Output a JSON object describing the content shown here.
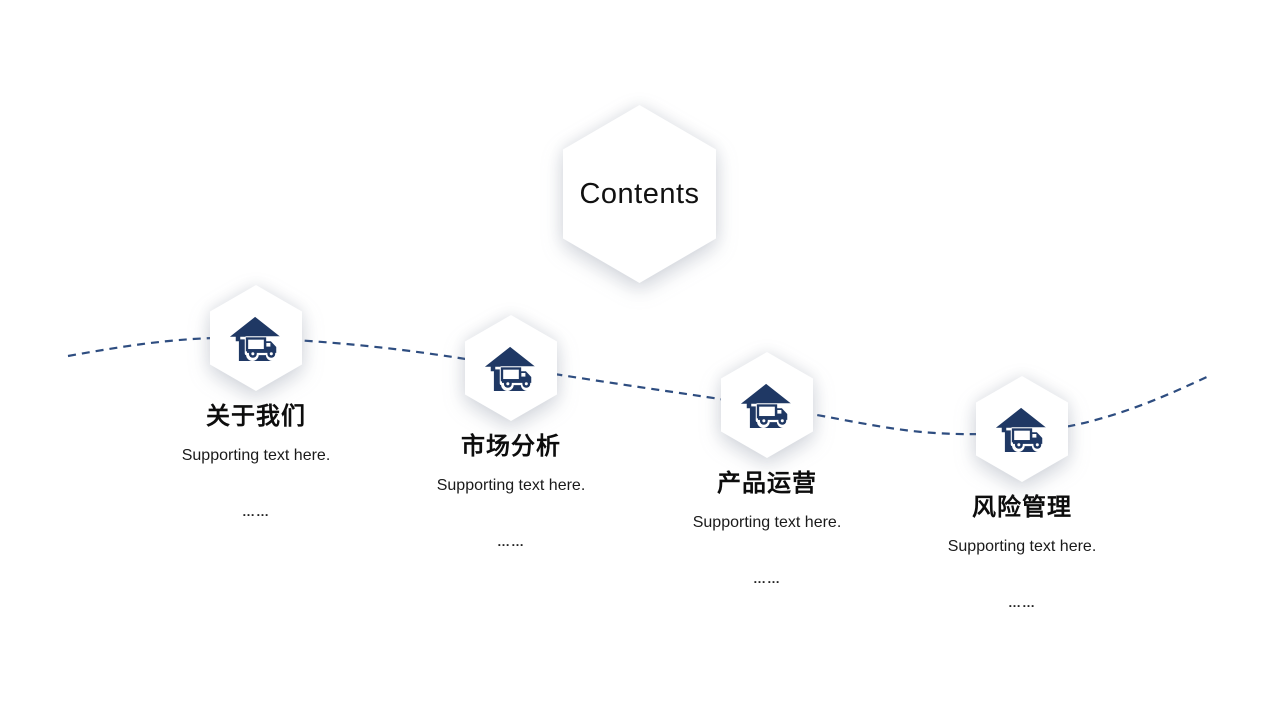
{
  "slide": {
    "title": "Contents",
    "colors": {
      "background": "#ffffff",
      "accent_navy": "#1f3864",
      "dash_line": "#2e4d80",
      "text": "#111111"
    },
    "decoration": {
      "flow_line": "dashed-wave-line"
    },
    "items": [
      {
        "title": "关于我们",
        "supporting_text": "Supporting text here.",
        "ellipsis": "……",
        "icon": "house-delivery-truck-icon"
      },
      {
        "title": "市场分析",
        "supporting_text": "Supporting text here.",
        "ellipsis": "……",
        "icon": "house-delivery-truck-icon"
      },
      {
        "title": "产品运营",
        "supporting_text": "Supporting text here.",
        "ellipsis": "……",
        "icon": "house-delivery-truck-icon"
      },
      {
        "title": "风险管理",
        "supporting_text": "Supporting text here.",
        "ellipsis": "……",
        "icon": "house-delivery-truck-icon"
      }
    ]
  }
}
